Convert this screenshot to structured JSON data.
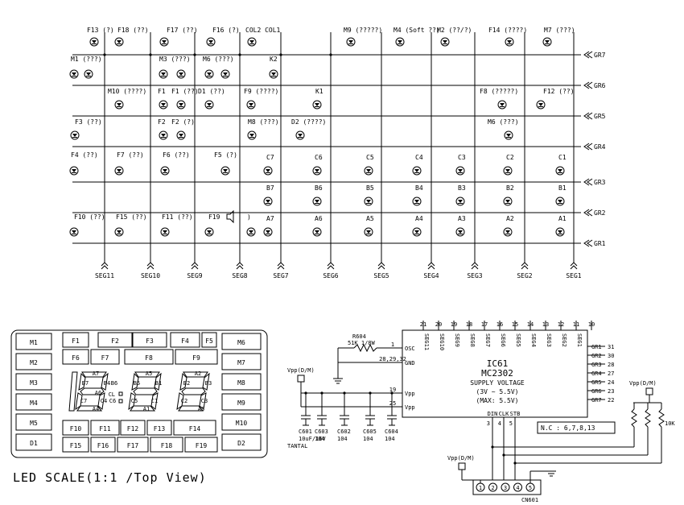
{
  "matrix": {
    "grids": [
      "GR7",
      "GR6",
      "GR5",
      "GR4",
      "GR3",
      "GR2",
      "GR1"
    ],
    "segments": [
      "SEG11",
      "SEG10",
      "SEG9",
      "SEG8",
      "SEG7",
      "SEG6",
      "SEG5",
      "SEG4",
      "SEG3",
      "SEG2",
      "SEG1"
    ],
    "leds": [
      {
        "t": "F13 (?)"
      },
      {
        "t": "F18 (??)"
      },
      {
        "t": "F17 (??)"
      },
      {
        "t": "F16 (?)"
      },
      {
        "t": "COL2 COL1"
      },
      {
        "t": "M9 (?????)"
      },
      {
        "t": "M4 (Soft ??)"
      },
      {
        "t": "M2 (??/?)"
      },
      {
        "t": "F14 (????)"
      },
      {
        "t": "M7 (???)"
      },
      {
        "t": "M1 (???)"
      },
      {
        "t": "M3 (???)"
      },
      {
        "t": "M6 (???)"
      },
      {
        "t": "K2"
      },
      {
        "t": "M10 (????)"
      },
      {
        "t": "F1"
      },
      {
        "t": "F1 (??)"
      },
      {
        "t": "D1 (??)"
      },
      {
        "t": "F9 (????)"
      },
      {
        "t": "K1"
      },
      {
        "t": "F8 (?????)"
      },
      {
        "t": "F12 (??)"
      },
      {
        "t": "F3 (??)"
      },
      {
        "t": "F2"
      },
      {
        "t": "F2 (?)"
      },
      {
        "t": "M8 (???)"
      },
      {
        "t": "D2 (????)"
      },
      {
        "t": "M6 (???)"
      },
      {
        "t": "F4 (??)"
      },
      {
        "t": "F7 (??)"
      },
      {
        "t": "F6 (??)"
      },
      {
        "t": "F5 (?)"
      },
      {
        "t": "C7"
      },
      {
        "t": "C6"
      },
      {
        "t": "C5"
      },
      {
        "t": "C4"
      },
      {
        "t": "C3"
      },
      {
        "t": "C2"
      },
      {
        "t": "C1"
      },
      {
        "t": "B7"
      },
      {
        "t": "B6"
      },
      {
        "t": "B5"
      },
      {
        "t": "B4"
      },
      {
        "t": "B3"
      },
      {
        "t": "B2"
      },
      {
        "t": "B1"
      },
      {
        "t": "F10 (??)"
      },
      {
        "t": "F15 (??)"
      },
      {
        "t": "F11 (??)"
      },
      {
        "t": "F19"
      },
      {
        "t": ")"
      },
      {
        "t": "A7"
      },
      {
        "t": "A6"
      },
      {
        "t": "A5"
      },
      {
        "t": "A4"
      },
      {
        "t": "A3"
      },
      {
        "t": "A2"
      },
      {
        "t": "A1"
      }
    ]
  },
  "panel": {
    "left_keys": [
      "M1",
      "M2",
      "M3",
      "M4",
      "M5",
      "D1"
    ],
    "right_keys": [
      "M6",
      "M7",
      "M8",
      "M9",
      "M10",
      "D2"
    ],
    "top_row1": [
      "F1",
      "F2",
      "F3",
      "F4",
      "F5"
    ],
    "top_row2": [
      "F6",
      "F7",
      "F8",
      "F9"
    ],
    "bottom_row1": [
      "F10",
      "F11",
      "F12",
      "F13",
      "F14"
    ],
    "bottom_row2": [
      "F15",
      "F16",
      "F17",
      "F18",
      "F19"
    ],
    "digit_labels": [
      "A7",
      "B7",
      "C7",
      "A5",
      "A4",
      "B4",
      "C4",
      "A2",
      "A1",
      "B1",
      "C1",
      "A6",
      "B6",
      "C6",
      "A3",
      "B3",
      "C3",
      "B5",
      "C5",
      "B2",
      "C2"
    ],
    "colon_label": "CL",
    "scale_text": "LED SCALE(1:1 /Top View)"
  },
  "ic": {
    "name": "IC61",
    "part": "MC2302",
    "supply_title": "SUPPLY VOLTAGE",
    "supply_range": "(3V ~ 5.5V)",
    "supply_max": "(MAX: 5.5V)",
    "top_pins": [
      "21",
      "20",
      "19",
      "18",
      "17",
      "16",
      "15",
      "14",
      "13",
      "12",
      "11",
      "10"
    ],
    "top_pin_names": [
      "SEG11",
      "SEG10",
      "SEG9",
      "SEG8",
      "SEG7",
      "SEG6",
      "SEG5",
      "SEG4",
      "SEG3",
      "SEG2",
      "SEG1"
    ],
    "right_pins": [
      {
        "name": "GR1",
        "num": "31"
      },
      {
        "name": "GR2",
        "num": "30"
      },
      {
        "name": "GR3",
        "num": "28"
      },
      {
        "name": "GR4",
        "num": "27"
      },
      {
        "name": "GR5",
        "num": "24"
      },
      {
        "name": "GR6",
        "num": "23"
      },
      {
        "name": "GR7",
        "num": "22"
      }
    ],
    "left_pins": [
      {
        "name": "OSC",
        "num": "1"
      },
      {
        "name": "GND",
        "num": "28,29,32"
      },
      {
        "name": "Vpp",
        "num": "19"
      },
      {
        "name": "Vpp",
        "num": "25"
      }
    ],
    "bottom_pins": [
      {
        "name": "DIN",
        "num": "3"
      },
      {
        "name": "CLK",
        "num": "4"
      },
      {
        "name": "STB",
        "num": "5"
      }
    ],
    "nc_note": "N.C : 6,7,8,13"
  },
  "passives": {
    "r_osc_ref": "R604",
    "r_osc_val": "51K 1/8W",
    "vdd_label1": "Vpp(D/M)",
    "vdd_label2": "Vpp(D/M)",
    "vdd_label3": "Vpp(D/M)",
    "pullup_val": "10K",
    "caps": [
      {
        "ref": "C601",
        "val": "10uF/16V",
        "extra": "TANTAL"
      },
      {
        "ref": "C603",
        "val": "104"
      },
      {
        "ref": "C602",
        "val": "104"
      },
      {
        "ref": "C605",
        "val": "104"
      },
      {
        "ref": "C604",
        "val": "104"
      }
    ],
    "connector_ref": "CN601",
    "connector_pins": [
      "1",
      "2",
      "3",
      "4",
      "5"
    ]
  }
}
